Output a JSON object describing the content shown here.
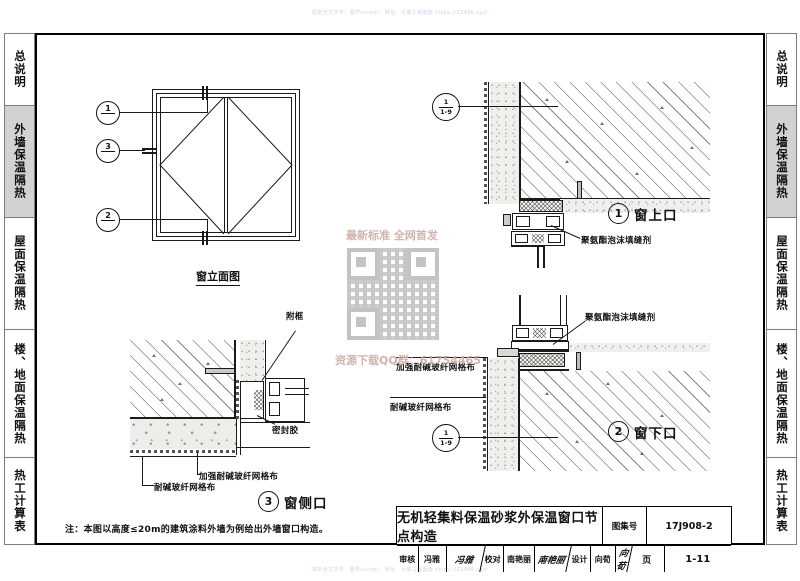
{
  "watermarks": {
    "top_strip": "提供全文字号：图号sucha）  网址：大量工程图册 https://32486.xyz/",
    "bottom_strip": "提供全文字号：图号sucha）  网址：大量工程图册 https://32486.xyz/",
    "promo_line1": "最新标准 全网首发",
    "promo_line2": "资源下载QQ群：61754465",
    "qr_name": "qr-code-watermark"
  },
  "side_tabs": [
    {
      "label": "总说明",
      "active": false
    },
    {
      "label": "外墙保温隔热",
      "active": true
    },
    {
      "label": "屋面保温隔热",
      "active": false
    },
    {
      "label": "楼、地面保温隔热",
      "active": false
    },
    {
      "label": "热工计算表",
      "active": false
    }
  ],
  "elevation": {
    "caption": "窗立面图",
    "markers": [
      "1",
      "3",
      "2"
    ]
  },
  "details": {
    "d1": {
      "number": "1",
      "title": "窗上口",
      "ref_top": "1",
      "ref_bottom": "1-9",
      "labels": [
        "聚氨酯泡沫填缝剂"
      ]
    },
    "d2": {
      "number": "2",
      "title": "窗下口",
      "ref_top": "1",
      "ref_bottom": "1-9",
      "labels": [
        "聚氨酯泡沫填缝剂",
        "加强耐碱玻纤网格布",
        "耐碱玻纤网格布"
      ]
    },
    "d3": {
      "number": "3",
      "title": "窗侧口",
      "labels": [
        "附框",
        "密封胶",
        "加强耐碱玻纤网格布",
        "耐碱玻纤网格布"
      ]
    }
  },
  "note": "注：本图以高度≤20m的建筑涂料外墙为例给出外墙窗口构造。",
  "title_block": {
    "main_title": "无机轻集料保温砂浆外保温窗口节点构造",
    "atlas_label": "图集号",
    "atlas_no": "17J908-2",
    "review_key": "审核",
    "review_name": "冯雅",
    "review_sign": "冯雅",
    "check_key": "校对",
    "check_name": "南艳丽",
    "check_sign": "南艳丽",
    "design_key": "设计",
    "design_name": "向荀",
    "design_sign": "向荀",
    "page_label": "页",
    "page_no": "1-11"
  }
}
